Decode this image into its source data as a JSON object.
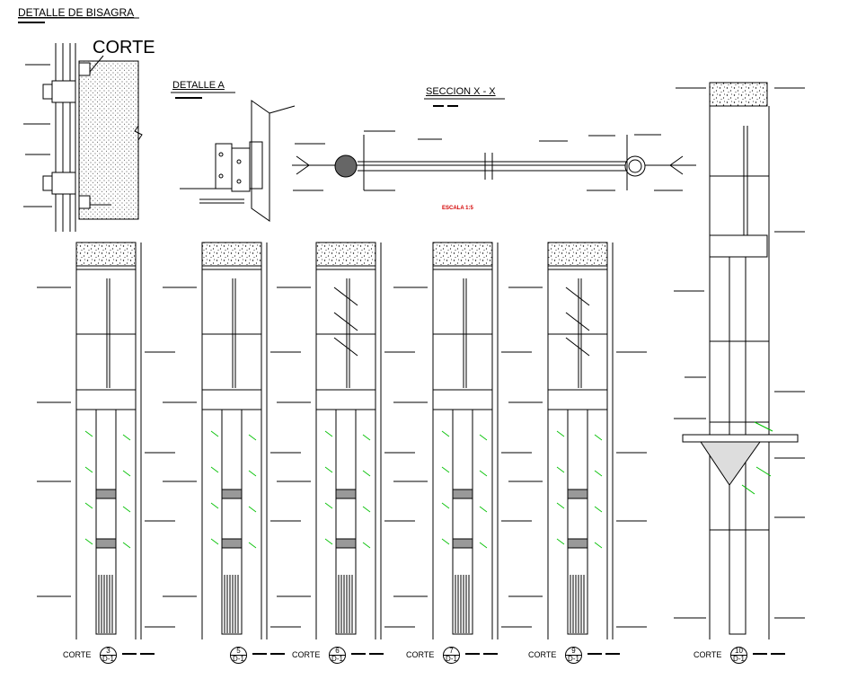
{
  "titles": {
    "hinge_detail": "DETALLE DE BISAGRA",
    "cut": "CORTE",
    "detail_a": "DETALLE A",
    "section_xx": "SECCION X - X"
  },
  "red_note": "ESCALA 1:5",
  "section_marks": [
    {
      "label": "CORTE",
      "number": "3",
      "sheet": "D-1"
    },
    {
      "label": "",
      "number": "5",
      "sheet": "D-1"
    },
    {
      "label": "CORTE",
      "number": "6",
      "sheet": "D-1"
    },
    {
      "label": "CORTE",
      "number": "7",
      "sheet": "D-1"
    },
    {
      "label": "CORTE",
      "number": "9",
      "sheet": "D-1"
    },
    {
      "label": "CORTE",
      "number": "10",
      "sheet": "D-1"
    }
  ],
  "colors": {
    "line": "#000000",
    "annotation": "#00c000",
    "note": "#d40000"
  }
}
